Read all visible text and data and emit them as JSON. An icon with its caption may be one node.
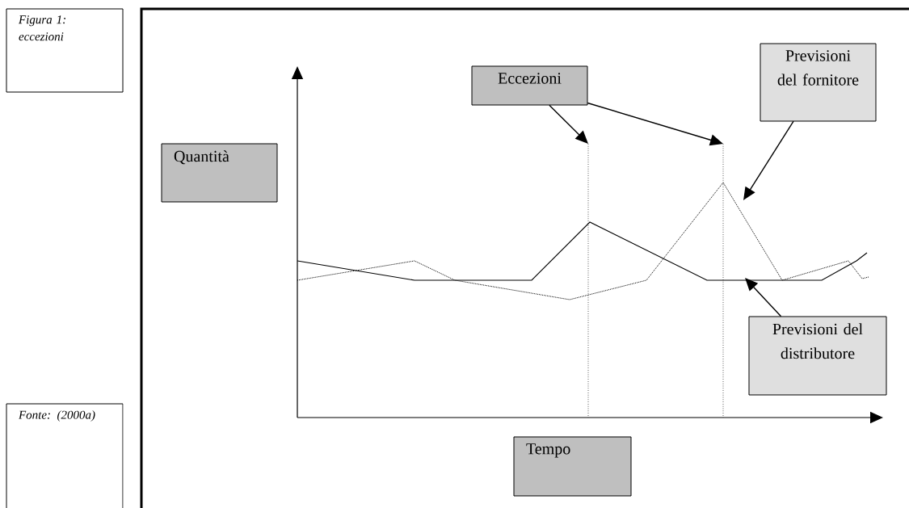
{
  "diagram": {
    "nodes": [
      {
        "text": [
          "Figura 1: eccezioni"
        ]
      },
      {
        "text": [
          "Fonte: (2000a)"
        ]
      },
      {
        "text": [
          "Quantità"
        ]
      },
      {
        "text": [
          "Eccezioni"
        ]
      },
      {
        "text": [
          "Previsioni del fornitore"
        ]
      },
      {
        "text": [
          "Previsioni del distributore"
        ]
      },
      {
        "text": [
          "Tempo"
        ]
      }
    ],
    "edges": [
      {
        "from": 3,
        "to": null,
        "arrow": "to"
      },
      {
        "from": 3,
        "to": null,
        "arrow": "to"
      },
      {
        "from": 4,
        "to": null,
        "arrow": "to"
      },
      {
        "from": 5,
        "to": null,
        "arrow": "to"
      }
    ]
  }
}
